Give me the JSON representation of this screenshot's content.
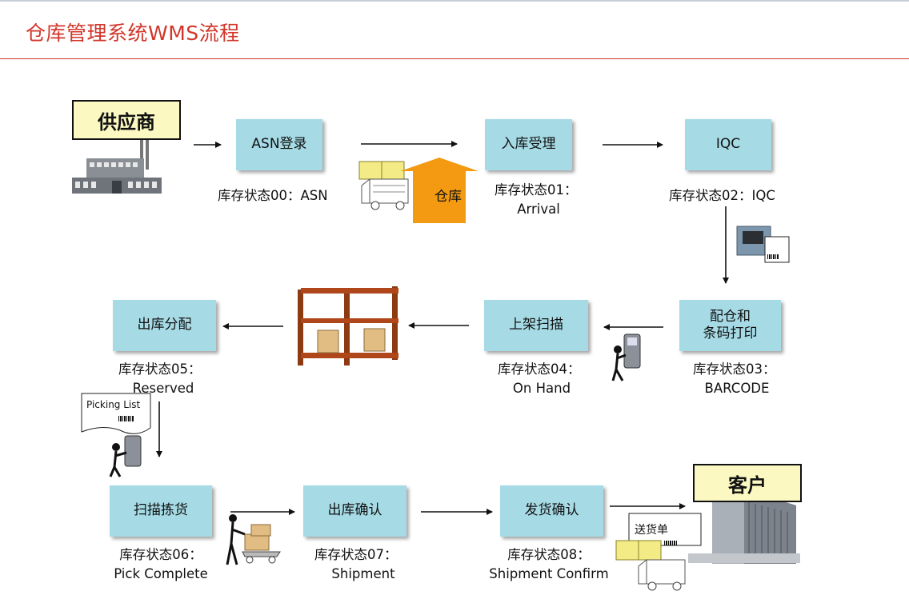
{
  "header": {
    "title": "仓库管理系统WMS流程"
  },
  "parties": {
    "supplier": "供应商",
    "customer": "客户"
  },
  "steps": [
    {
      "id": "asn",
      "label": "ASN登录",
      "status_line1": "库存状态00：ASN",
      "status_line2": ""
    },
    {
      "id": "receive",
      "label": "入库受理",
      "status_line1": "库存状态01：",
      "status_line2": "Arrival"
    },
    {
      "id": "iqc",
      "label": "IQC",
      "status_line1": "库存状态02：IQC",
      "status_line2": ""
    },
    {
      "id": "barcode",
      "label_line1": "配仓和",
      "label_line2": "条码打印",
      "status_line1": "库存状态03：",
      "status_line2": "BARCODE"
    },
    {
      "id": "shelve",
      "label": "上架扫描",
      "status_line1": "库存状态04：",
      "status_line2": "On Hand"
    },
    {
      "id": "allocate",
      "label": "出库分配",
      "status_line1": "库存状态05：",
      "status_line2": "Reserved"
    },
    {
      "id": "pick",
      "label": "扫描拣货",
      "status_line1": "库存状态06：",
      "status_line2": "Pick Complete"
    },
    {
      "id": "ship",
      "label": "出库确认",
      "status_line1": "库存状态07：",
      "status_line2": "Shipment"
    },
    {
      "id": "deliver",
      "label": "发货确认",
      "status_line1": "库存状态08：",
      "status_line2": "Shipment Confirm"
    }
  ],
  "labels": {
    "warehouse": "仓库",
    "picking_list": "Picking List",
    "delivery_note": "送货单"
  },
  "colors": {
    "title": "#d2362a",
    "box": "#a6dbe6",
    "party_fill": "#fbf8c2",
    "warehouse_arrow": "#f39a12"
  }
}
